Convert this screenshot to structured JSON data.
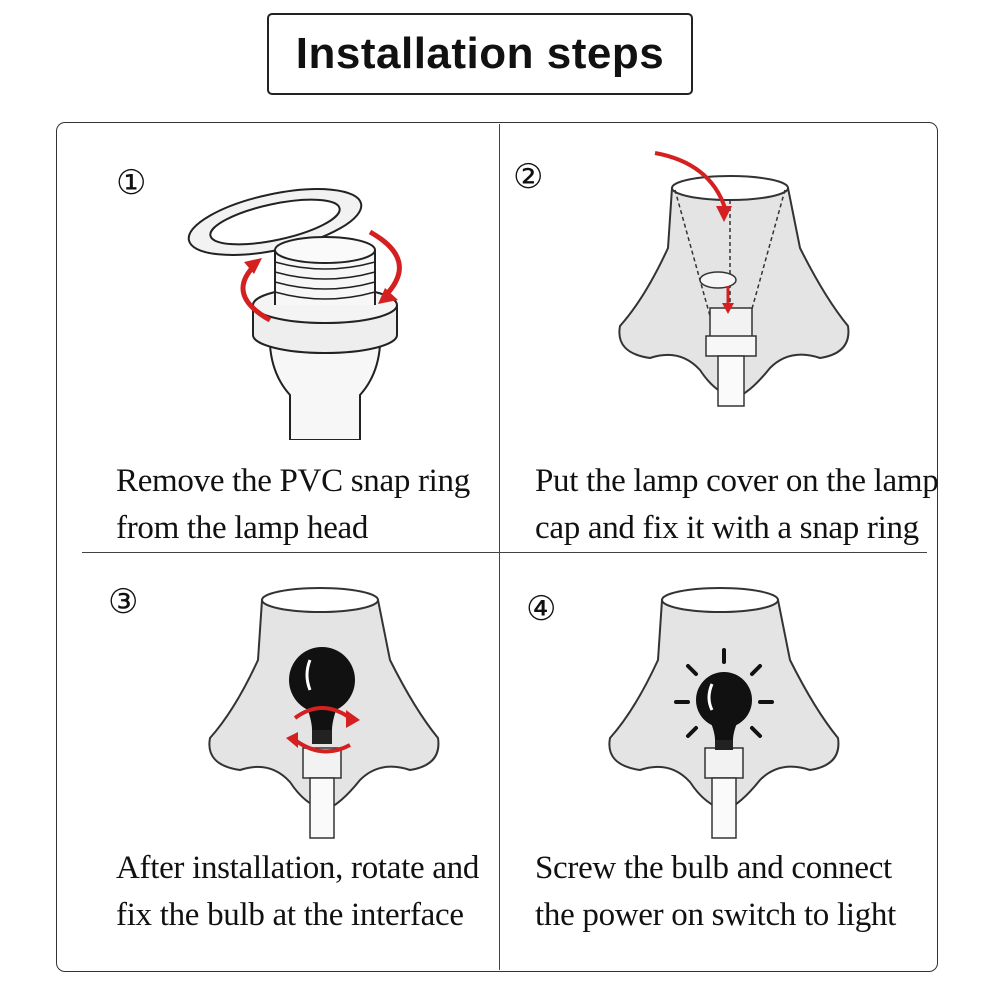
{
  "title": "Installation steps",
  "steps": [
    {
      "number": "①",
      "caption_line1": "Remove the PVC snap ring",
      "caption_line2": "from the lamp head"
    },
    {
      "number": "②",
      "caption_line1": "Put the lamp cover on the lamp",
      "caption_line2": "cap and fix it with a snap ring"
    },
    {
      "number": "③",
      "caption_line1": "After installation, rotate and",
      "caption_line2": "fix the bulb at the interface"
    },
    {
      "number": "④",
      "caption_line1": "Screw the bulb and connect",
      "caption_line2": "the power on switch to light"
    }
  ],
  "colors": {
    "arrow": "#d42020",
    "shade_fill": "#e4e4e4",
    "outline": "#222222",
    "bulb": "#111111"
  }
}
